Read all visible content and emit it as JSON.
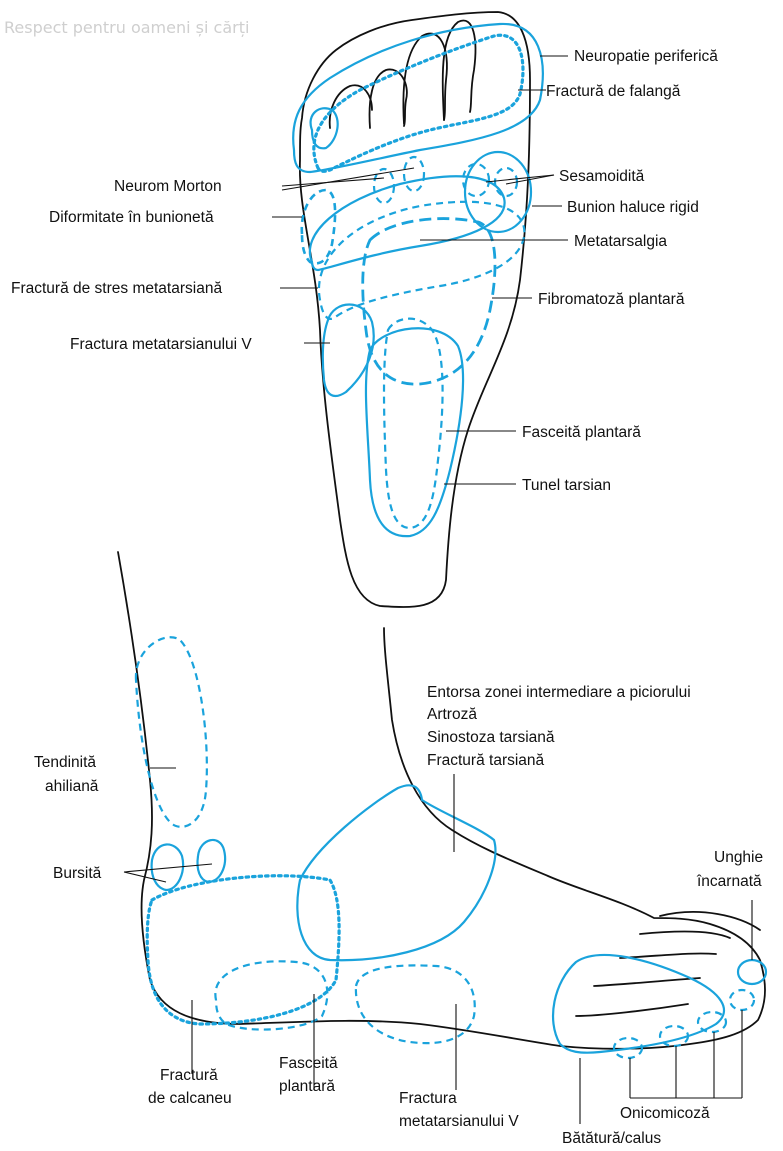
{
  "watermark": "Respect pentru oameni și cărți",
  "colors": {
    "zone": "#1aa3dc",
    "outline": "#111111"
  },
  "sole_labels": {
    "neuropatie": "Neuropatie periferică",
    "fractura_falanga": "Fractură de falangă",
    "neurom_morton": "Neurom Morton",
    "sesamoidita": "Sesamoidită",
    "bunion_haluce": "Bunion haluce rigid",
    "diformitate": "Diformitate în bunionetă",
    "metatarsalgia": "Metatarsalgia",
    "fractura_stres": "Fractură de stres metatarsiană",
    "fibromatoza": "Fibromatoză plantară",
    "fractura_metatarsian_v": "Fractura metatarsianului V",
    "fasceita": "Fasceită plantară",
    "tunel": "Tunel tarsian"
  },
  "side_labels": {
    "midfoot_1": "Entorsa zonei intermediare a piciorului",
    "midfoot_2": "Artroză",
    "midfoot_3": "Sinostoza tarsiană",
    "midfoot_4": "Fractură tarsiană",
    "tendinita_1": "Tendinită",
    "tendinita_2": "ahiliană",
    "bursita": "Bursită",
    "unghie_1": "Unghie",
    "unghie_2": "încarnată",
    "calcaneu_1": "Fractură",
    "calcaneu_2": "de calcaneu",
    "fasceita_1": "Fasceită",
    "fasceita_2": "plantară",
    "metatarsian_1": "Fractura",
    "metatarsian_2": "metatarsianului V",
    "onicomicoza": "Onicomicoză",
    "batatura": "Bătătură/calus"
  }
}
